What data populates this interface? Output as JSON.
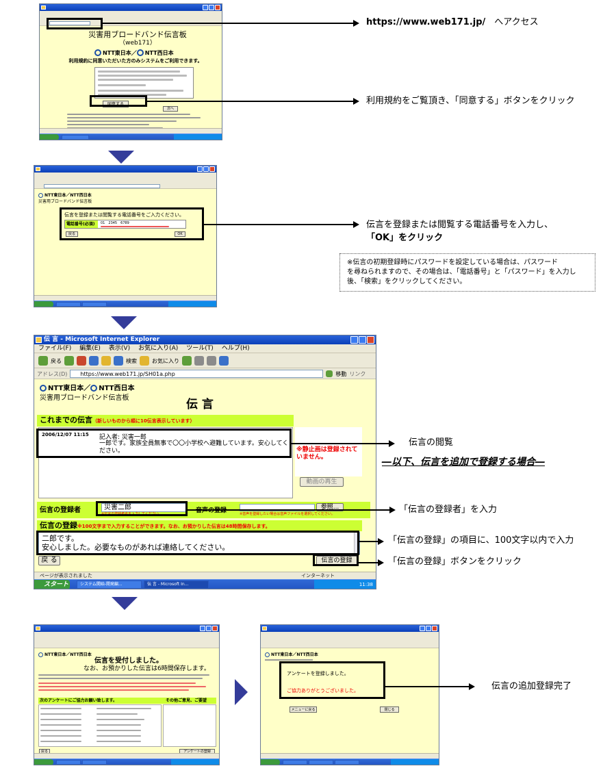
{
  "step1": {
    "title": "災害用ブロードバンド伝言板",
    "subtitle": "（web171）",
    "terms_notice": "利用規約に同意いただいた方のみシステムをご利用できます。",
    "agree_button": "同意する",
    "next_button": "次へ",
    "annotation_url": "https://www.web171.jp/",
    "annotation_url_suffix": "へアクセス",
    "annotation_agree": "利用規約をご覧頂き、「同意する」ボタンをクリック"
  },
  "step2": {
    "logo_text": "NTT東日本／NTT西日本",
    "board_name": "災害用ブロードバンド伝言板",
    "prompt": "伝言を登録または閲覧する電話番号をご入力ください。",
    "phone_label": "電話番号(必須)",
    "phone_value": "01",
    "phone_value2": "2345",
    "phone_value3": "6789",
    "back_button": "戻る",
    "ok_button": "OK",
    "annotation_line1": "伝言を登録または閲覧する電話番号を入力し、",
    "annotation_line2": "「OK」をクリック",
    "note_line1": "※伝言の初期登録時にパスワードを設定している場合は、パスワード",
    "note_line2": "を尋ねられますので、その場合は、「電話番号」と「パスワード」を入力し",
    "note_line3": "後、「検索」をクリックしてください。"
  },
  "step3": {
    "window_title": "伝 言 - Microsoft Internet Explorer",
    "menu": [
      "ファイル(F)",
      "編集(E)",
      "表示(V)",
      "お気に入り(A)",
      "ツール(T)",
      "ヘルプ(H)"
    ],
    "back_label": "戻る",
    "search_label": "検索",
    "favorites_label": "お気に入り",
    "address_label": "アドレス(D)",
    "address_url": "https://www.web171.jp/SH01a.php",
    "go_label": "移動",
    "links_label": "リンク",
    "logo_east": "NTT東日本",
    "logo_west": "NTT西日本",
    "board_name": "災害用ブロードバンド伝言板",
    "page_title": "伝 言",
    "history_header": "これまでの伝言",
    "history_note": "（新しいものから順に10伝言表示しています）",
    "msg_time": "2006/12/07 11:15",
    "msg_author": "記入者: 災害一郎",
    "msg_body": "一郎です。家族全員無事で〇〇小学校へ避難しています。安心してください。",
    "no_image": "※静止画は登録されていません。",
    "play_video": "動画の再生",
    "registrant_label": "伝言の登録者",
    "registrant_value": "災害二郎",
    "registrant_hint": "※伝言の登録者名を入力してください。",
    "voice_label": "音声の登録",
    "browse_button": "参照...",
    "voice_hint": "※音声を登録したい場合は音声ファイルを選択してください。",
    "register_label": "伝言の登録",
    "register_hint": "※100文字まで入力することができます。なお、お預かりした伝言は48時間保存します。",
    "message_line1": "二郎です。",
    "message_line2": "安心しました。必要なものがあれば連絡してください。",
    "back_button": "戻 る",
    "submit_button": "伝言の登録",
    "status_text": "ページが表示されました",
    "status_zone": "インターネット",
    "start_label": "スタート",
    "task1": "システム開始-開発編...",
    "task2": "伝 言 - Microsoft In...",
    "clock": "11:38",
    "annotation_view": "伝言の閲覧",
    "annotation_divider": "―以下、伝言を追加で登録する場合―",
    "annotation_registrant": "「伝言の登録者」を入力",
    "annotation_register": "「伝言の登録」の項目に、100文字以内で入力",
    "annotation_submit": "「伝言の登録」ボタンをクリック"
  },
  "step4": {
    "accepted": "伝言を受付しました。",
    "retention": "なお、お預かりした伝言は6時間保存します。",
    "survey_header": "次のアンケートにご協力お願い致します。",
    "comments_header": "その他ご意見、ご要望",
    "back_button": "戻る",
    "survey_submit": "アンケートの登録"
  },
  "step5": {
    "survey_done": "アンケートを登録しました。",
    "thanks": "ご協力ありがとうございました。",
    "menu_button": "メニューに戻る",
    "close_button": "閉じる",
    "annotation_done": "伝言の追加登録完了"
  }
}
